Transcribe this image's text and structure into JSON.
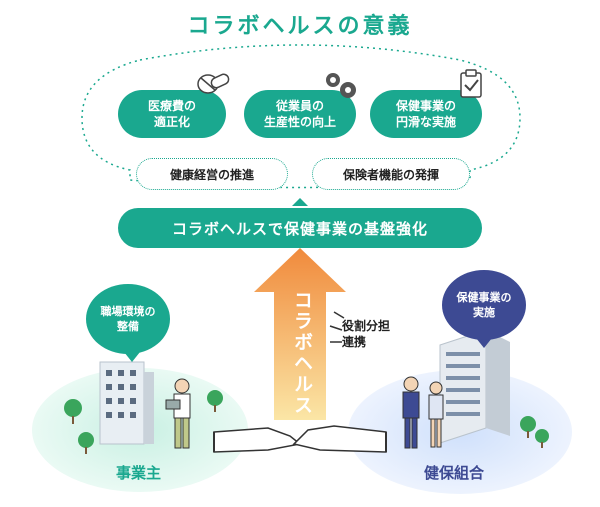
{
  "title": "コラボヘルスの意義",
  "top_circles": [
    {
      "label": "医療費の\n適正化",
      "icon": "pill-icon"
    },
    {
      "label": "従業員の\n生産性の向上",
      "icon": "gear-icon"
    },
    {
      "label": "保健事業の\n円滑な実施",
      "icon": "clipboard-check-icon"
    }
  ],
  "dotted_pills": [
    "健康経営の推進",
    "保険者機能の発揮"
  ],
  "main_bar": "コラボヘルスで保健事業の基盤強化",
  "arrow_text": "コラボヘルス",
  "note": "役割分担\n連携",
  "left": {
    "bubble": "職場環境の\n整備",
    "label": "事業主"
  },
  "right": {
    "bubble": "保健事業の\n実施",
    "label": "健保組合"
  },
  "colors": {
    "green": "#1aa88f",
    "navy": "#3d4a93",
    "arrow_top": "#f08a3c",
    "arrow_bottom": "#fbe6a6"
  }
}
